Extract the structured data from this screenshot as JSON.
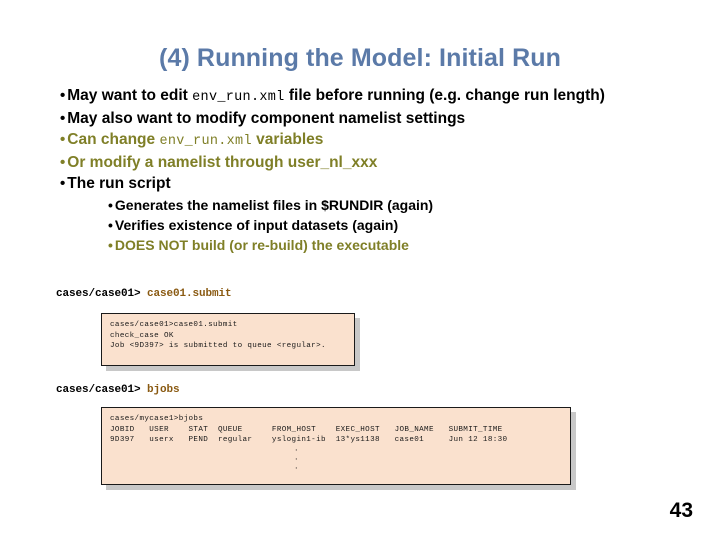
{
  "slide": {
    "title": "(4) Running the Model: Initial Run",
    "page_number": "43",
    "title_color": "#5B7AA8",
    "olive_color": "#7F7F27",
    "command_color": "#8A5A12",
    "terminal_bg": "#FAE1CE"
  },
  "bullets": [
    {
      "level": 1,
      "color": "black",
      "marker": "•",
      "parts": [
        {
          "text": "May want to edit ",
          "mono": false
        },
        {
          "text": "env_run.xml",
          "mono": true
        },
        {
          "text": " file before running (e.g. change run length)",
          "mono": false
        }
      ]
    },
    {
      "level": 1,
      "color": "black",
      "marker": "•",
      "parts": [
        {
          "text": "May also want to modify component namelist settings",
          "mono": false
        }
      ]
    },
    {
      "level": 1,
      "color": "olive",
      "marker": "•",
      "parts": [
        {
          "text": "Can change ",
          "mono": false
        },
        {
          "text": "env_run.xml",
          "mono": true
        },
        {
          "text": " variables",
          "mono": false
        }
      ]
    },
    {
      "level": 1,
      "color": "olive",
      "marker": "•",
      "parts": [
        {
          "text": "Or modify a namelist through user_nl_xxx",
          "mono": false
        }
      ]
    },
    {
      "level": 1,
      "color": "black",
      "marker": "•",
      "parts": [
        {
          "text": "The run script",
          "mono": false
        }
      ]
    },
    {
      "level": 2,
      "color": "black",
      "marker": "•",
      "parts": [
        {
          "text": "Generates the namelist files in $RUNDIR (again)",
          "mono": false
        }
      ]
    },
    {
      "level": 2,
      "color": "black",
      "marker": "•",
      "parts": [
        {
          "text": "Verifies existence of input datasets (again)",
          "mono": false
        }
      ]
    },
    {
      "level": 2,
      "color": "olive",
      "marker": "•",
      "parts": [
        {
          "text": "DOES NOT build (or re-build) the executable",
          "mono": false
        }
      ]
    }
  ],
  "terminal1": {
    "prompt": "cases/case01>",
    "command": "case01.submit",
    "output_lines": [
      "cases/case01>case01.submit",
      "check_case OK",
      "Job <9D397> is submitted to queue <regular>."
    ]
  },
  "terminal2": {
    "prompt": "cases/case01>",
    "command": "bjobs",
    "output_lines": [
      "cases/mycase1>bjobs",
      "JOBID   USER    STAT  QUEUE      FROM_HOST    EXEC_HOST   JOB_NAME   SUBMIT_TIME",
      "9D397   userx   PEND  regular    yslogin1-ib  13*ys1138   case01     Jun 12 18:30"
    ],
    "ellipsis": [
      "·",
      "·",
      "·"
    ]
  }
}
